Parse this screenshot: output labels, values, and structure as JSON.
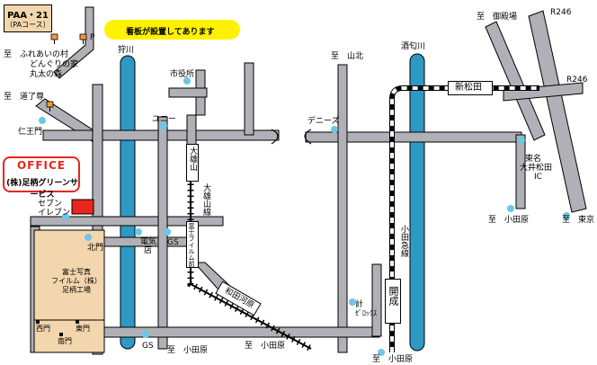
{
  "legend": {
    "text": "看板が設置してあります",
    "marker_color": "#f29a38"
  },
  "colors": {
    "road": "#b0b0b6",
    "road_outline": "#000000",
    "river": "#2f99c6",
    "factory": "#f3d6ad",
    "office": "#e8261e",
    "sign": "#f29a38",
    "dot": "#6cc6e8"
  },
  "paa": {
    "line1": "PAA・21",
    "line2": "（PAコース）"
  },
  "office": {
    "line1": "OFFICE",
    "line2": "(株)足柄グリーンサービス"
  },
  "labels": {
    "p": "P",
    "fureai": "至　ふれあいの村",
    "donguri": "どんぐりの家",
    "maruta": "丸太の森",
    "douryo": "至　道了尊",
    "niomon": "仁王門",
    "kanogawa": "狩川",
    "shiyakusho": "市役所",
    "uny": "ユニー",
    "yamakita": "至　山北",
    "sakawagawa": "酒匂川",
    "dennys": "デニーズ",
    "gotenba": "至　御殿場",
    "r246": "R246",
    "shinmatsuda": "新松田",
    "tomei": "東名",
    "ooi": "大井松田",
    "ic": "IC",
    "odawara_r": "至　小田原",
    "tokyo": "至　東京",
    "daiyuzan_line": "大雄山線",
    "seven1": "セブン",
    "seven2": "イレブン",
    "kitamon": "北門",
    "denki1": "電気",
    "denki2": "店",
    "gs1": "GS",
    "odakyu": "小田急線",
    "kaisei": "開成",
    "factory1": "富士写真",
    "factory2": "フイルム（株）",
    "factory3": "足柄工場",
    "nishimon": "西門",
    "higashimon": "東門",
    "minamimon": "南門",
    "gs2": "GS",
    "odawara_b1": "至　小田原",
    "odawara_b2": "至　小田原",
    "odawara_b3": "至　小田原",
    "wadakahara": "和田河原",
    "daiyuzan": "大雄山",
    "fujifilmmae": "富士フイルム前",
    "kei1": "計",
    "kei2": "ｾﾞﾛｯｸｽ"
  }
}
